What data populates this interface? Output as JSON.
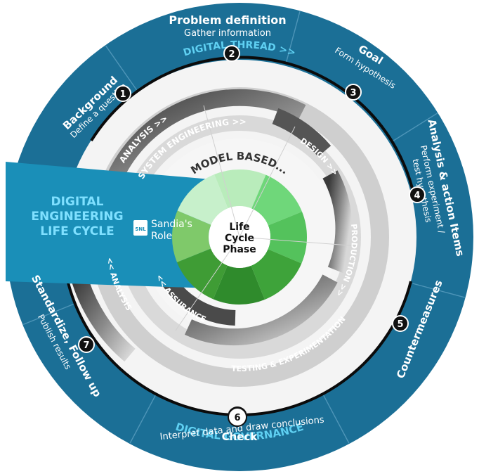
{
  "center": {
    "line1": "Life",
    "line2": "Cycle",
    "line3": "Phase"
  },
  "title": {
    "line1": "DIGITAL",
    "line2": "ENGINEERING",
    "line3": "LIFE CYCLE"
  },
  "sandia": {
    "line1": "Sandia's",
    "line2": "Role",
    "logo_letters": "SNL"
  },
  "model_based": "MODEL BASED...",
  "thread_label": "DIGITAL THREAD >>",
  "governance_label": "DIGITAL GOVERNANCE",
  "segments": [
    {
      "num": "1",
      "title": "Background",
      "sub": "Define a question"
    },
    {
      "num": "2",
      "title": "Problem definition",
      "sub": "Gather information"
    },
    {
      "num": "3",
      "title": "Goal",
      "sub": "Form hypothesis"
    },
    {
      "num": "4",
      "title": "Analysis & action Items",
      "sub1": "Perform experiment /",
      "sub2": "test hypothesis"
    },
    {
      "num": "5",
      "title": "Countermeasures"
    },
    {
      "num": "6",
      "title": "Check",
      "sub": "Interpret data and draw conclusions"
    },
    {
      "num": "7",
      "title": "Standardize, Follow up",
      "sub": "Publish results"
    }
  ],
  "arcs": {
    "analysis_top": "ANALYSIS >>",
    "system_engineering": "SYSTEM ENGINEERING >>",
    "design": "DESIGN >>",
    "production": "PRODUCTION >>",
    "testing": "TESTING & EXPERIMENTATION",
    "assurance": "<< ASSURANCE",
    "analysis_bottom": "<< ANALYSIS"
  },
  "colors": {
    "outer_ring": "#1b6f96",
    "outer_ring_dark": "#0f5a7e",
    "title_wedge": "#1a8fb8",
    "accent_cyan": "#5fd0f2",
    "light_ring": "#f2f2f2",
    "gray_band": "#c4c4c4",
    "dark_band": "#4a4a4a",
    "greens": [
      "#b9ecbb",
      "#6fd77a",
      "#54c25c",
      "#3ea33a",
      "#2f8b2c",
      "#3f9c35",
      "#7fc96a",
      "#c7f0cb"
    ]
  },
  "icons": {
    "phase_6": "refresh-icon",
    "logo": "sandia-logo-icon"
  }
}
